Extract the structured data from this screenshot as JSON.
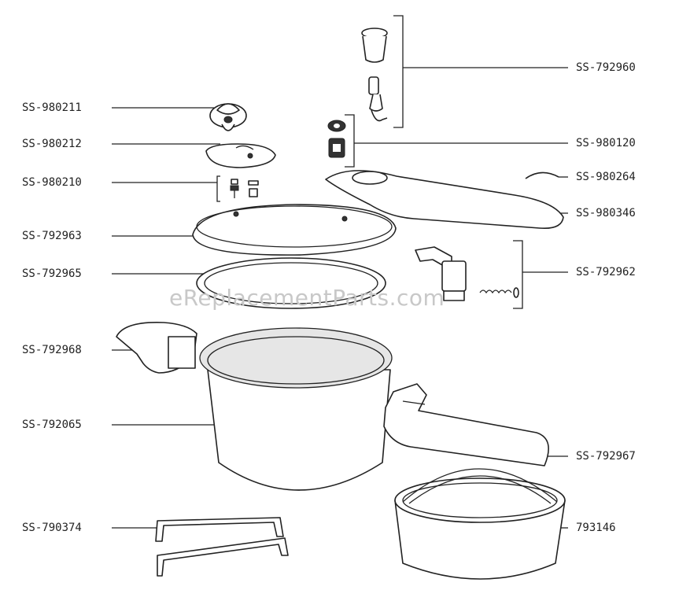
{
  "labels_left": [
    "SS-980211",
    "SS-980212",
    "SS-980210",
    "SS-792963",
    "SS-792965",
    "SS-792968",
    "SS-792065",
    "SS-790374"
  ],
  "labels_right": [
    "SS-792960",
    "SS-980120",
    "SS-980264",
    "SS-980346",
    "SS-792962",
    "SS-792967",
    "793146"
  ],
  "watermark": "eReplacementParts.com"
}
